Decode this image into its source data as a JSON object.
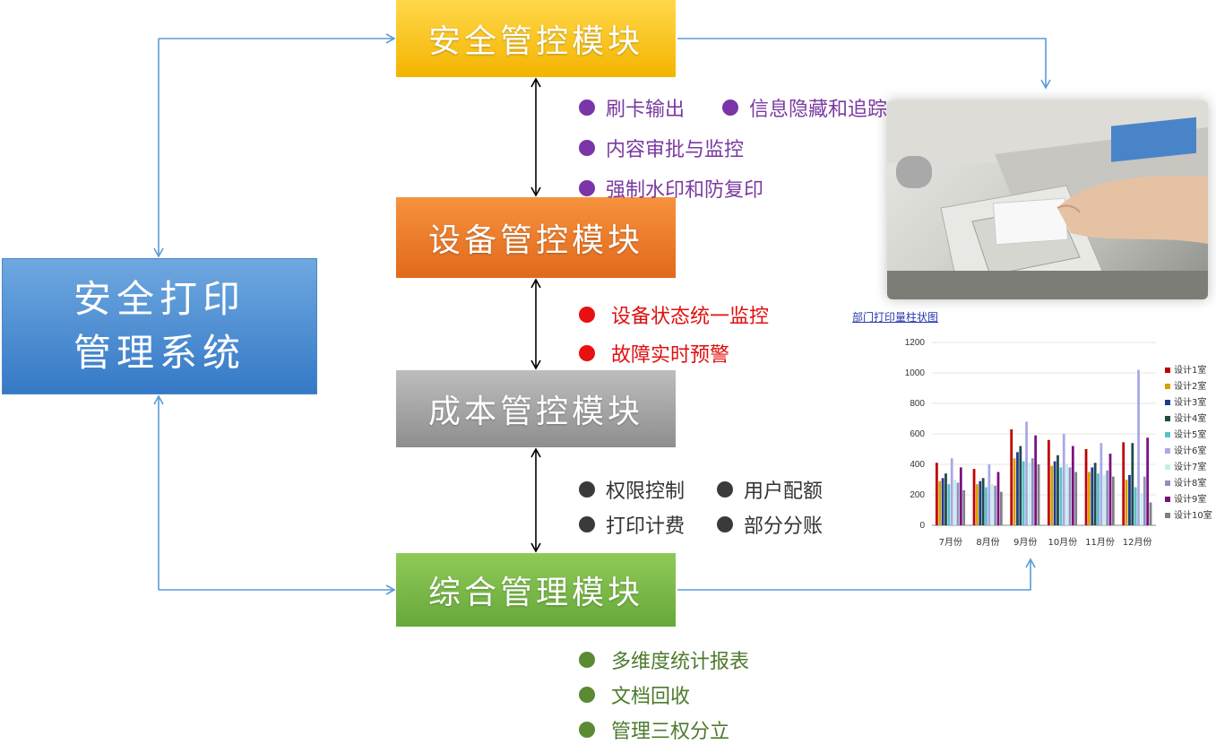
{
  "system": {
    "line1": "安全打印",
    "line2": "管理系统"
  },
  "modules": {
    "security": "安全管控模块",
    "device": "设备管控模块",
    "cost": "成本管控模块",
    "general": "综合管理模块"
  },
  "features": {
    "security": [
      "刷卡输出",
      "信息隐藏和追踪",
      "内容审批与监控",
      "强制水印和防复印"
    ],
    "device": [
      "设备状态统一监控",
      "故障实时预警"
    ],
    "cost": [
      "权限控制",
      "用户配额",
      "打印计费",
      "部分分账"
    ],
    "general": [
      "多维度统计报表",
      "文档回收",
      "管理三权分立"
    ]
  },
  "colors": {
    "security": "#f4b400",
    "device": "#e2691c",
    "cost": "#8e8e8e",
    "general": "#67a83a",
    "system": "#3579c6",
    "arrow": "#5b9bd5"
  },
  "chart_data": {
    "type": "bar",
    "title": "部门打印量柱状图",
    "categories": [
      "7月份",
      "8月份",
      "9月份",
      "10月份",
      "11月份",
      "12月份"
    ],
    "ylim": [
      0,
      1200
    ],
    "yticks": [
      0,
      200,
      400,
      600,
      800,
      1000,
      1200
    ],
    "legend_position": "right",
    "series": [
      {
        "name": "设计1室",
        "color": "#c00000",
        "values": [
          410,
          370,
          630,
          560,
          500,
          545
        ]
      },
      {
        "name": "设计2室",
        "color": "#d8a000",
        "values": [
          290,
          270,
          440,
          390,
          350,
          300
        ]
      },
      {
        "name": "设计3室",
        "color": "#203a8c",
        "values": [
          310,
          290,
          480,
          420,
          380,
          330
        ]
      },
      {
        "name": "设计4室",
        "color": "#1e4a4a",
        "values": [
          340,
          310,
          520,
          460,
          410,
          540
        ]
      },
      {
        "name": "设计5室",
        "color": "#5bc0c8",
        "values": [
          270,
          250,
          420,
          380,
          340,
          250
        ]
      },
      {
        "name": "设计6室",
        "color": "#a8a8e8",
        "values": [
          440,
          400,
          680,
          600,
          540,
          1020
        ]
      },
      {
        "name": "设计7室",
        "color": "#c8ecec",
        "values": [
          300,
          270,
          410,
          400,
          330,
          210
        ]
      },
      {
        "name": "设计8室",
        "color": "#9090c0",
        "values": [
          280,
          260,
          440,
          380,
          360,
          320
        ]
      },
      {
        "name": "设计9室",
        "color": "#7a1080",
        "values": [
          380,
          350,
          590,
          520,
          470,
          575
        ]
      },
      {
        "name": "设计10室",
        "color": "#808080",
        "values": [
          230,
          220,
          400,
          350,
          320,
          150
        ]
      }
    ]
  }
}
